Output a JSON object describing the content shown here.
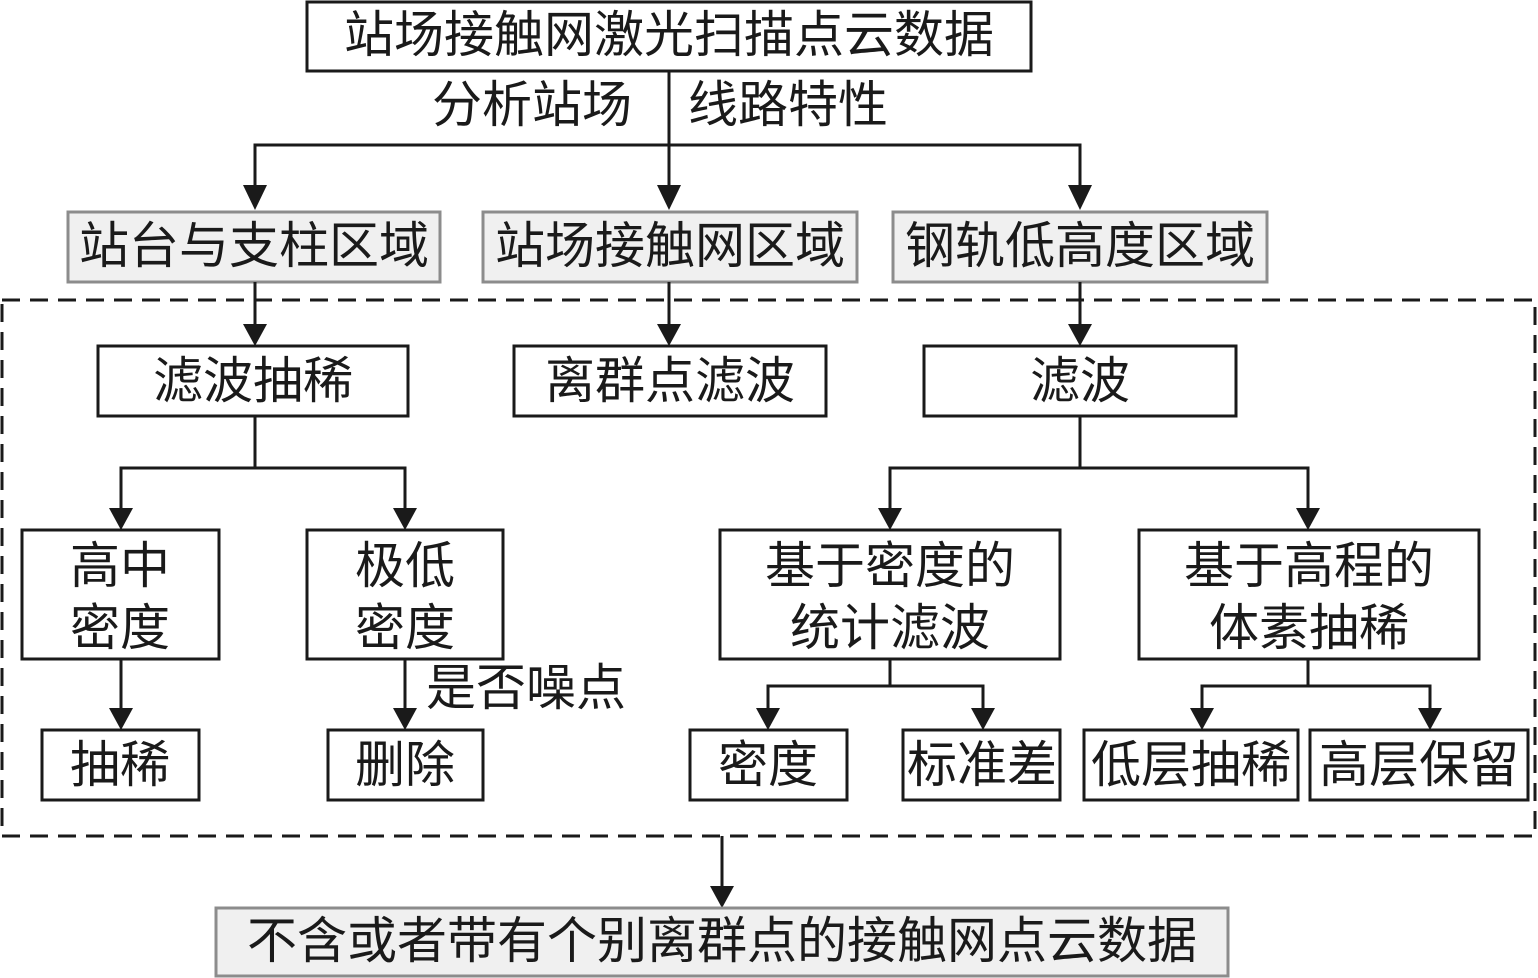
{
  "diagram": {
    "title_box": "站场接触网激光扫描点云数据",
    "analysis_labels": {
      "left": "分析站场",
      "right": "线路特性"
    },
    "regions": [
      {
        "id": "platform",
        "label": "站台与支柱区域"
      },
      {
        "id": "catenary",
        "label": "站场接触网区域"
      },
      {
        "id": "rail",
        "label": "钢轨低高度区域"
      }
    ],
    "processes": {
      "platform": "滤波抽稀",
      "catenary": "离群点滤波",
      "rail": "滤波"
    },
    "platform_branches": [
      {
        "line1": "高中",
        "line2": "密度",
        "action": "抽稀"
      },
      {
        "line1": "极低",
        "line2": "密度",
        "action": "删除",
        "edge_label": "是否噪点"
      }
    ],
    "rail_branches": [
      {
        "line1": "基于密度的",
        "line2": "统计滤波",
        "children": [
          "密度",
          "标准差"
        ]
      },
      {
        "line1": "基于高程的",
        "line2": "体素抽稀",
        "children": [
          "低层抽稀",
          "高层保留"
        ]
      }
    ],
    "output_box": "不含或者带有个别离群点的接触网点云数据"
  }
}
